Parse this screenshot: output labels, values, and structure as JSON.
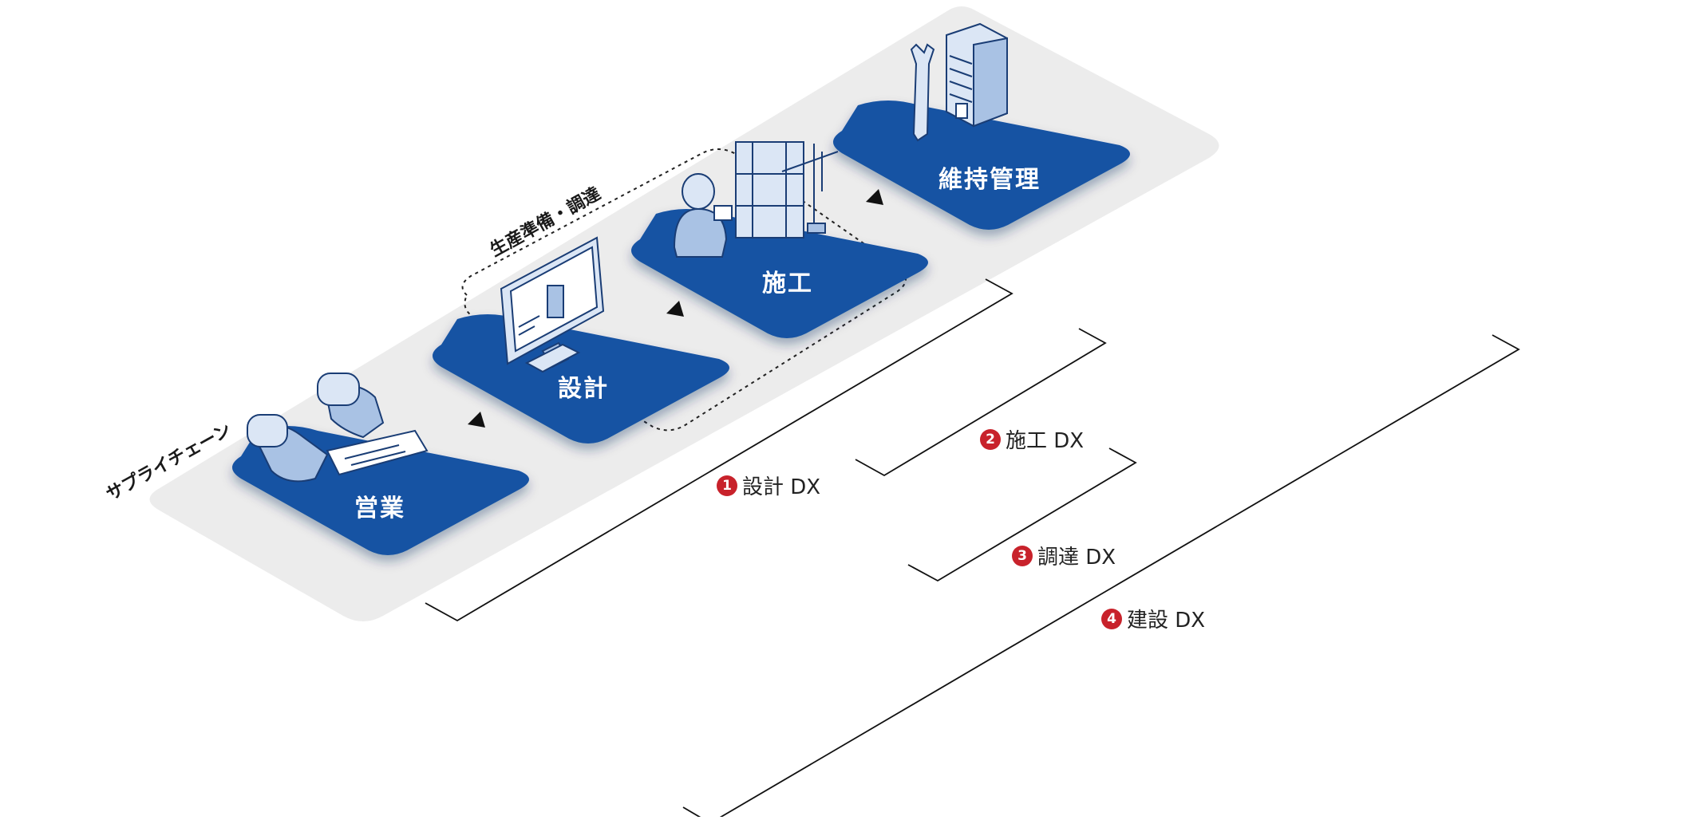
{
  "supply_chain_label": "サプライチェーン",
  "procurement_label": "生産準備・調達",
  "stages": [
    {
      "name": "営業",
      "icon": "handshake-document-icon"
    },
    {
      "name": "設計",
      "icon": "computer-monitor-icon"
    },
    {
      "name": "施工",
      "icon": "construction-crane-worker-icon"
    },
    {
      "name": "維持管理",
      "icon": "wrench-building-icon"
    }
  ],
  "dx_items": [
    {
      "number": "1",
      "label": "設計 DX"
    },
    {
      "number": "2",
      "label": "施工 DX"
    },
    {
      "number": "3",
      "label": "調達 DX"
    },
    {
      "number": "4",
      "label": "建設 DX"
    }
  ],
  "colors": {
    "tile": "#1552a3",
    "band": "#ececec",
    "badge": "#c8222b",
    "icon_fill": "#a9c2e4",
    "icon_light": "#dbe6f5"
  }
}
